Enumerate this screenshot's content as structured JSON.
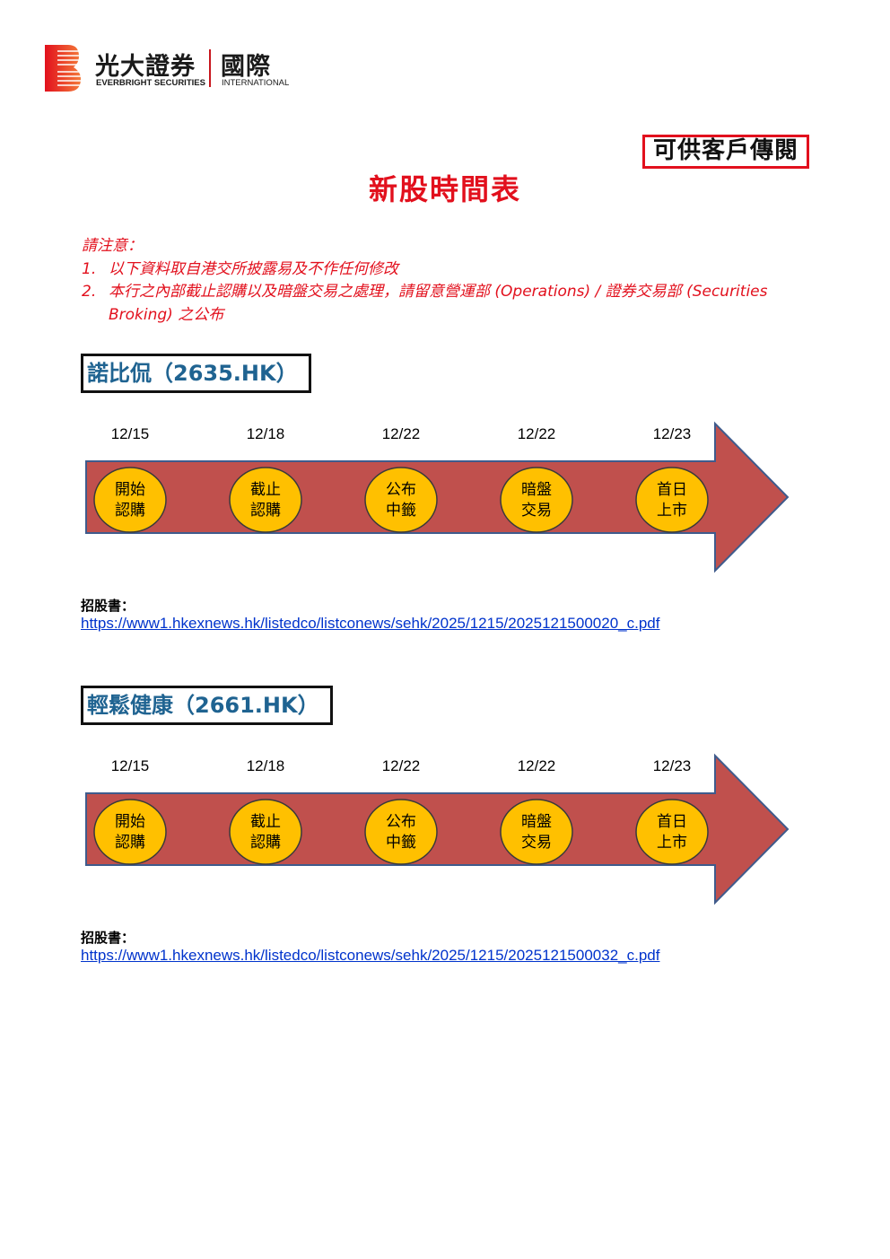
{
  "logo": {
    "name_cn": "光大證券",
    "name_en": "EVERBRIGHT SECURITIES",
    "sub_cn": "國際",
    "sub_en": "INTERNATIONAL",
    "brand_color": "#c8161d"
  },
  "stamp": "可供客戶傳閱",
  "title": "新股時間表",
  "notice": {
    "heading": "請注意：",
    "items": [
      {
        "num": "1.",
        "text": "以下資料取自港交所披露易及不作任何修改"
      },
      {
        "num": "2.",
        "text": "本行之內部截止認購以及暗盤交易之處理，請留意營運部 (Operations) / 證券交易部 (Securities Broking) 之公布"
      }
    ]
  },
  "stocks": [
    {
      "name": "諾比侃（2635.HK）",
      "dates": [
        "12/15",
        "12/18",
        "12/22",
        "12/22",
        "12/23"
      ],
      "steps": [
        [
          "開始",
          "認購"
        ],
        [
          "截止",
          "認購"
        ],
        [
          "公布",
          "中籤"
        ],
        [
          "暗盤",
          "交易"
        ],
        [
          "首日",
          "上市"
        ]
      ],
      "prospectus_label": "招股書：",
      "prospectus_url": "https://www1.hkexnews.hk/listedco/listconews/sehk/2025/1215/2025121500020_c.pdf"
    },
    {
      "name": "輕鬆健康（2661.HK）",
      "dates": [
        "12/15",
        "12/18",
        "12/22",
        "12/22",
        "12/23"
      ],
      "steps": [
        [
          "開始",
          "認購"
        ],
        [
          "截止",
          "認購"
        ],
        [
          "公布",
          "中籤"
        ],
        [
          "暗盤",
          "交易"
        ],
        [
          "首日",
          "上市"
        ]
      ],
      "prospectus_label": "招股書：",
      "prospectus_url": "https://www1.hkexnews.hk/listedco/listconews/sehk/2025/1215/2025121500032_c.pdf"
    }
  ],
  "colors": {
    "title": "#e2101d",
    "arrow_fill": "#c0504d",
    "arrow_stroke": "#3f5b8c",
    "circle_fill": "#ffc000",
    "stock_name": "#1f6391",
    "link": "#0033cc"
  }
}
